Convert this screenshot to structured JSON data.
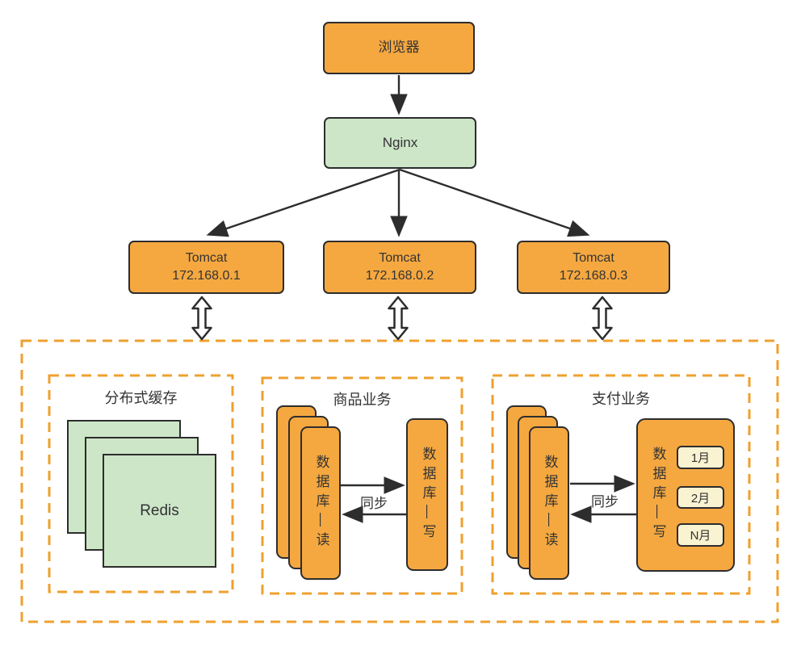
{
  "colors": {
    "node_orange": "#F5A840",
    "node_green": "#CDE6C8",
    "month_cream": "#FAF3D2",
    "dashed_border": "#EFA02F",
    "outline": "#2D2D2D",
    "text": "#333333"
  },
  "nodes": {
    "browser": "浏览器",
    "nginx": "Nginx",
    "tomcats": [
      {
        "name": "Tomcat",
        "ip": "172.168.0.1"
      },
      {
        "name": "Tomcat",
        "ip": "172.168.0.2"
      },
      {
        "name": "Tomcat",
        "ip": "172.168.0.3"
      }
    ]
  },
  "sections": {
    "cache": {
      "title": "分布式缓存",
      "node": "Redis"
    },
    "product": {
      "title": "商品业务",
      "read": "数据库—读",
      "write": "数据库—写",
      "sync": "同步"
    },
    "payment": {
      "title": "支付业务",
      "read": "数据库—读",
      "write": "数据库—写",
      "sync": "同步",
      "months": [
        "1月",
        "2月",
        "N月"
      ]
    }
  }
}
